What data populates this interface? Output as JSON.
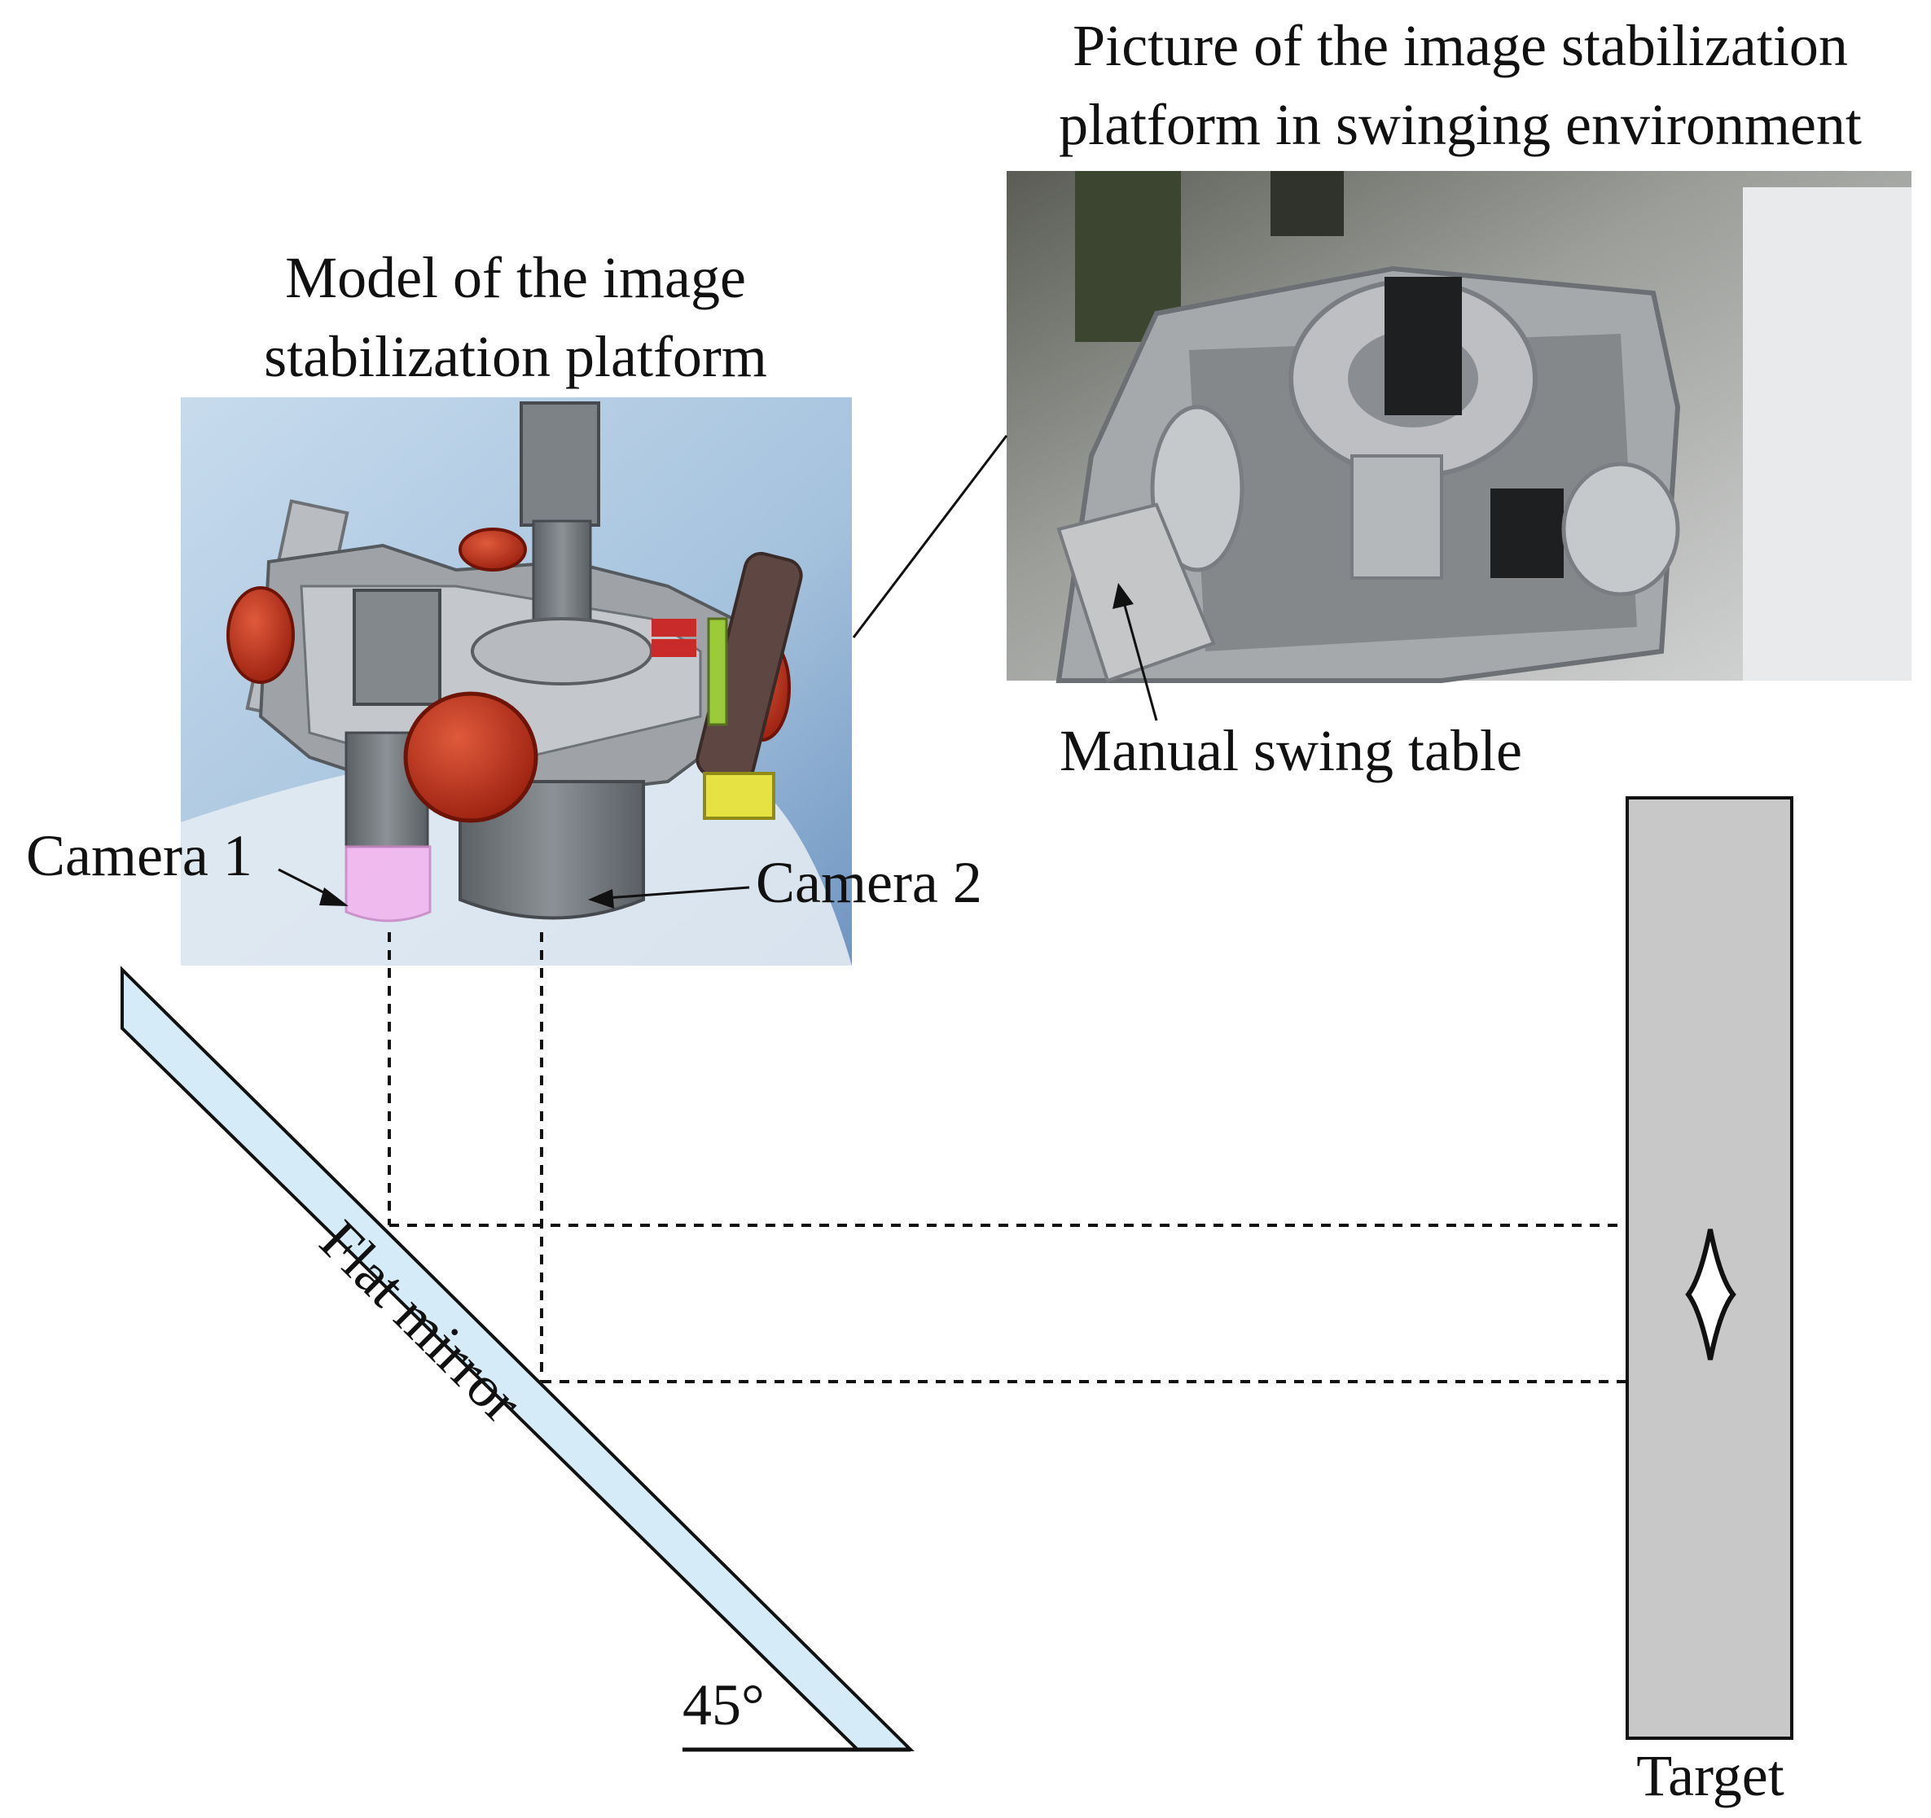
{
  "labels": {
    "photo_title_line1": "Picture of the image stabilization",
    "photo_title_line2": "platform in swinging environment",
    "model_title_line1": "Model of the image",
    "model_title_line2": "stabilization platform",
    "manual_swing_table": "Manual swing table",
    "camera1": "Camera 1",
    "camera2": "Camera 2",
    "flat_mirror": "Flat mirror",
    "angle": "45°",
    "target": "Target"
  },
  "colors": {
    "model_background": "#a9c6e0",
    "mirror_fill": "#d6ebf8",
    "target_fill": "#c8c8c8",
    "motor_red": "#c0301c",
    "camera_lens_pink": "#f2b6ee",
    "photo_metal": "#b4b7ba"
  }
}
